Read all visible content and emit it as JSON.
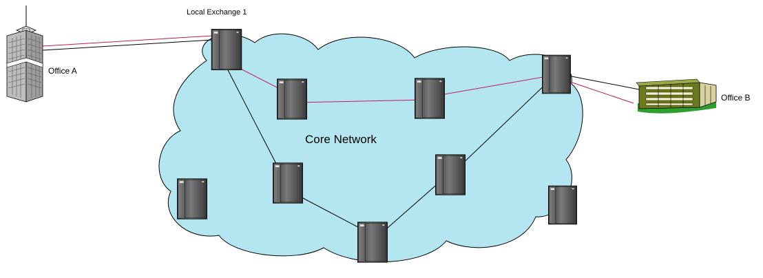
{
  "labels": {
    "local_exchange": "Local Exchange 1",
    "office_a": "Office A",
    "office_b": "Office B",
    "core_network": "Core Network"
  },
  "colors": {
    "cloud_fill": "#b3e6f0",
    "cloud_stroke": "#000000",
    "route_line": "#c2185b",
    "link_line": "#000000",
    "server_body": "#4a4a4a",
    "office_b_ground": "#2e9e2e"
  },
  "icons": {
    "office_a": "office-tower-icon",
    "office_b": "office-building-icon",
    "exchange": "server-tower-icon"
  }
}
